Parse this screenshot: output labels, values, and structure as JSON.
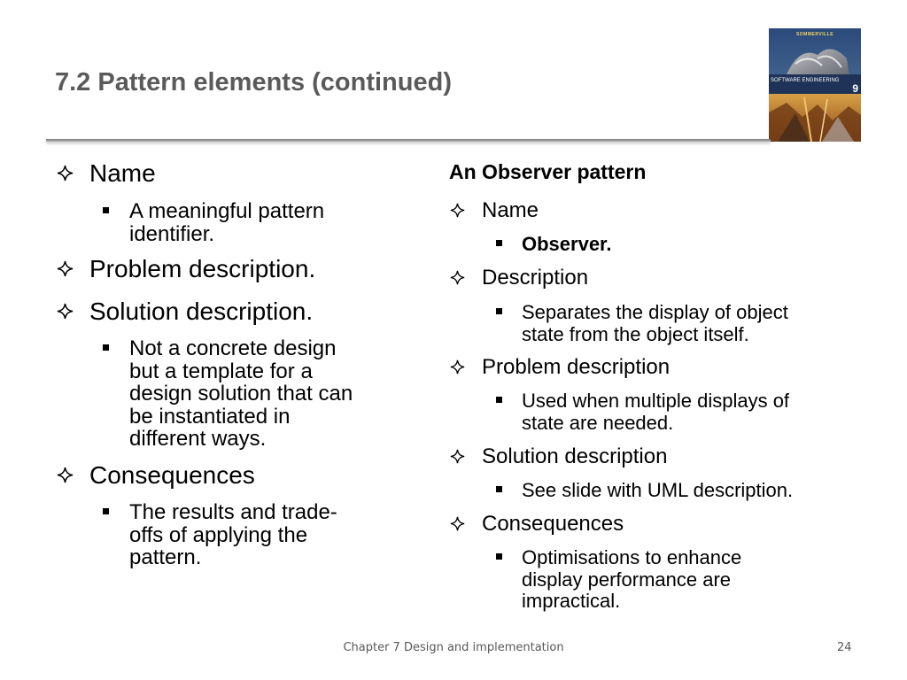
{
  "slide": {
    "title": "7.2 Pattern elements (continued)",
    "book_cover": {
      "author": "SOMMERVILLE",
      "title": "SOFTWARE ENGINEERING",
      "edition": "9"
    }
  },
  "left_column": {
    "items": [
      {
        "label": "Name",
        "sub": [
          "A meaningful pattern\nidentifier."
        ]
      },
      {
        "label": "Problem description.",
        "sub": []
      },
      {
        "label": "Solution description.",
        "sub": [
          "Not a concrete design\nbut a template for a\ndesign solution that can\nbe instantiated in\ndifferent ways."
        ]
      },
      {
        "label": "Consequences",
        "sub": [
          "The results and trade-\noffs of applying the\npattern."
        ]
      }
    ]
  },
  "right_column": {
    "heading": "An Observer pattern",
    "items": [
      {
        "label": "Name",
        "sub": [
          "Observer."
        ]
      },
      {
        "label": "Description",
        "sub": [
          "Separates the display of object\nstate from the object itself."
        ]
      },
      {
        "label": "Problem description",
        "sub": [
          "Used when multiple displays of\nstate are needed."
        ]
      },
      {
        "label": "Solution description",
        "sub": [
          "See slide with UML description."
        ]
      },
      {
        "label": "Consequences",
        "sub": [
          "Optimisations to enhance\ndisplay performance are\nimpractical."
        ]
      }
    ]
  },
  "footer": {
    "chapter": "Chapter 7 Design and implementation",
    "page_number": "24"
  },
  "icons": {
    "level1_bullet": "four-point-star-outline-icon",
    "level2_bullet": "square-bullet-icon"
  },
  "colors": {
    "title": "#5a5a5a",
    "text": "#000000",
    "footer": "#595959"
  }
}
